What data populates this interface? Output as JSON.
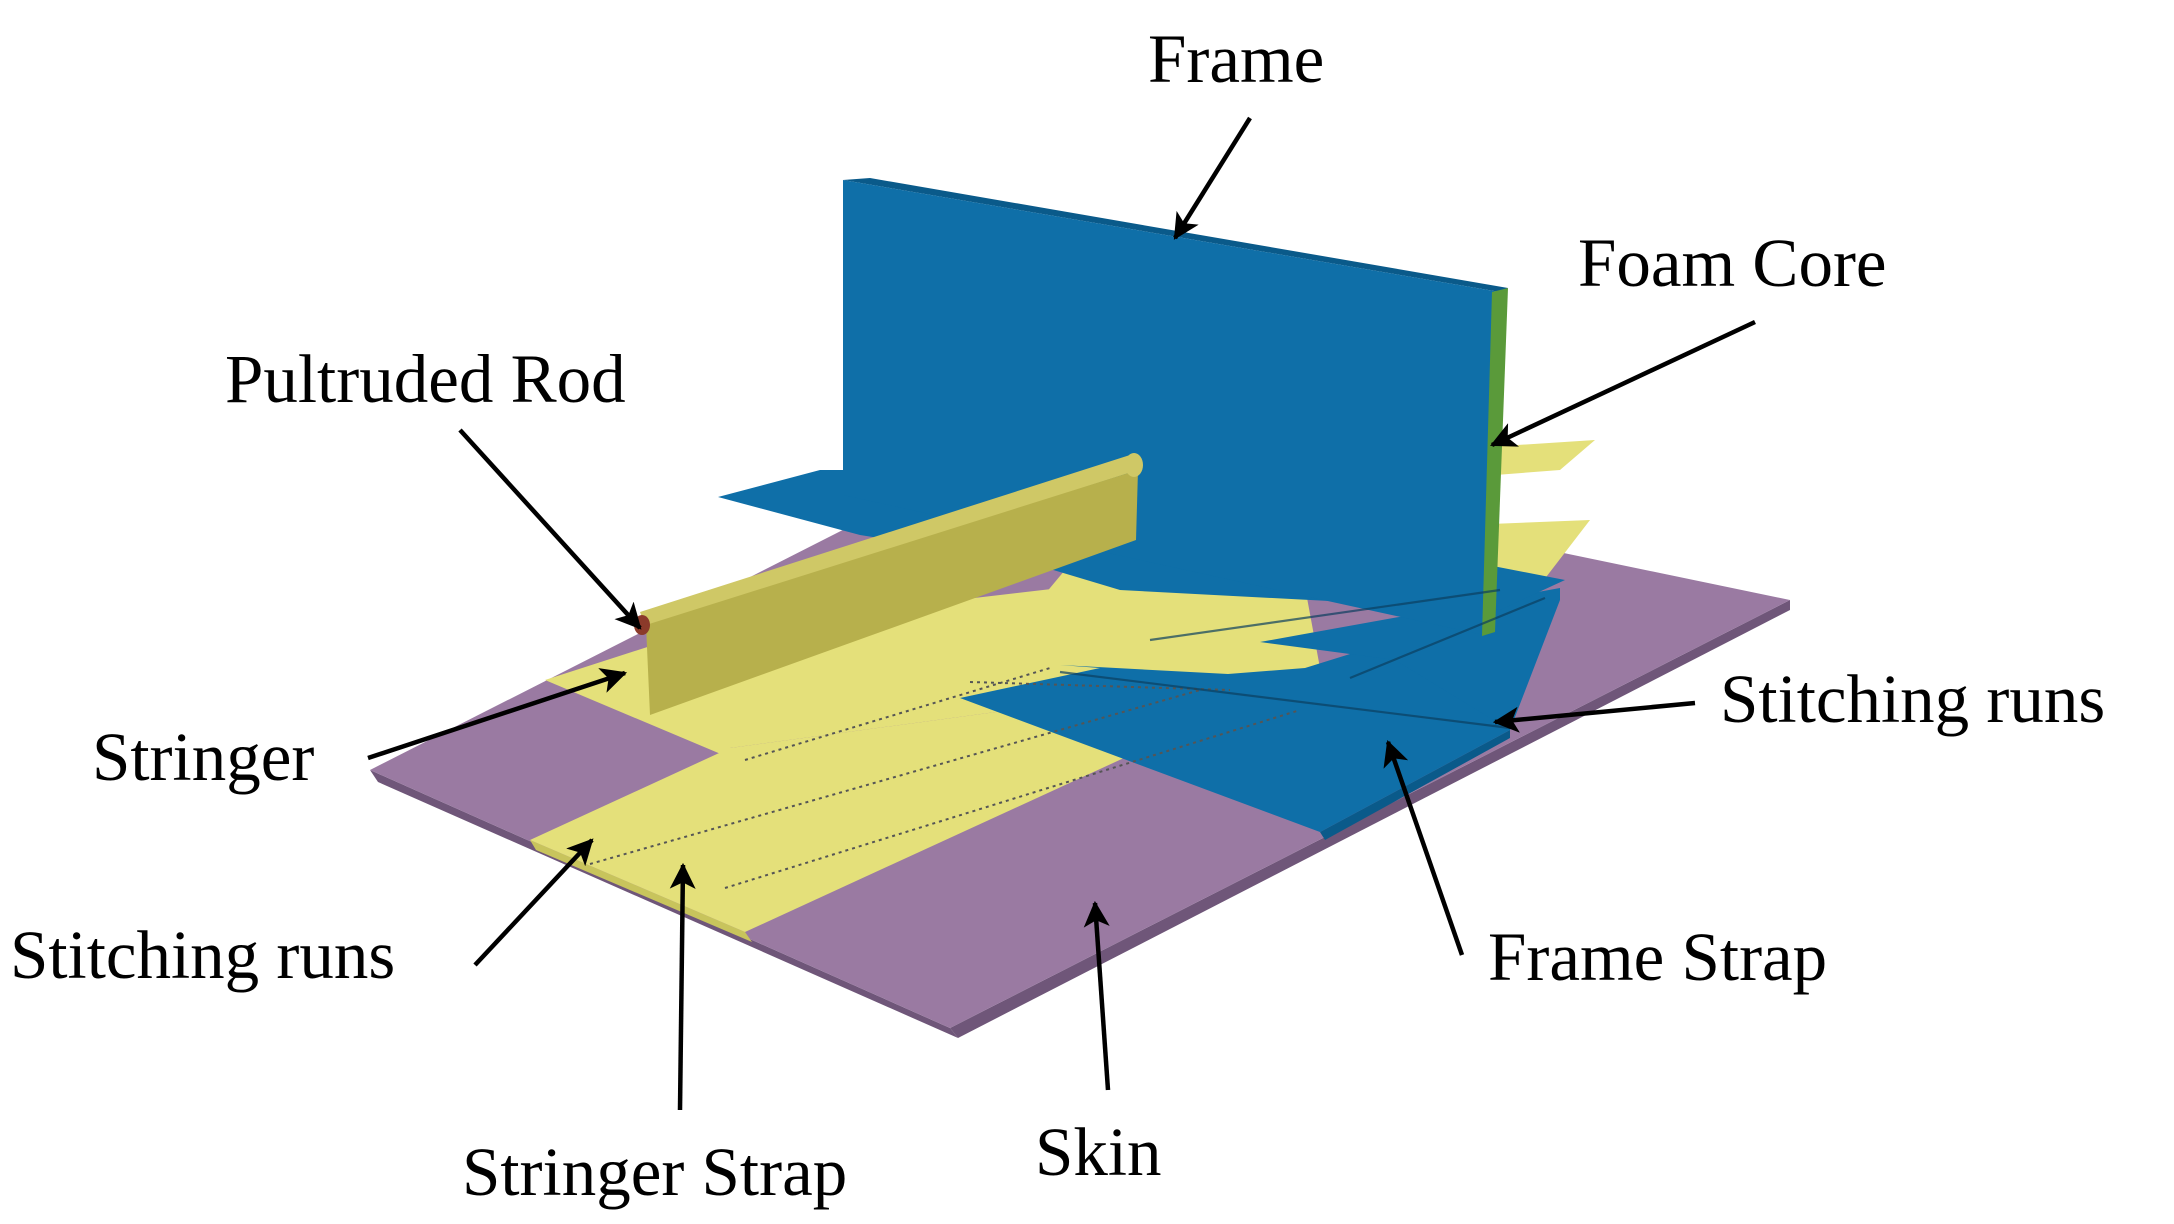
{
  "diagram": {
    "labels": {
      "frame": "Frame",
      "foam_core": "Foam Core",
      "pultruded_rod": "Pultruded Rod",
      "stringer": "Stringer",
      "stitching_runs_right": "Stitching runs",
      "stitching_runs_left": "Stitching runs",
      "frame_strap": "Frame Strap",
      "stringer_strap": "Stringer Strap",
      "skin": "Skin"
    },
    "colors": {
      "skin": "#9a7aa2",
      "skin_edge": "#6f5679",
      "strap_yellow": "#e4e07a",
      "strap_yellow_dark": "#c8c45c",
      "stringer_web": "#b7b04c",
      "stringer_top": "#cfc866",
      "frame_blue": "#0f6fa8",
      "frame_blue_dark": "#0a5a8a",
      "foam_core": "#5a9a3a",
      "rod": "#8b3a2a"
    }
  }
}
